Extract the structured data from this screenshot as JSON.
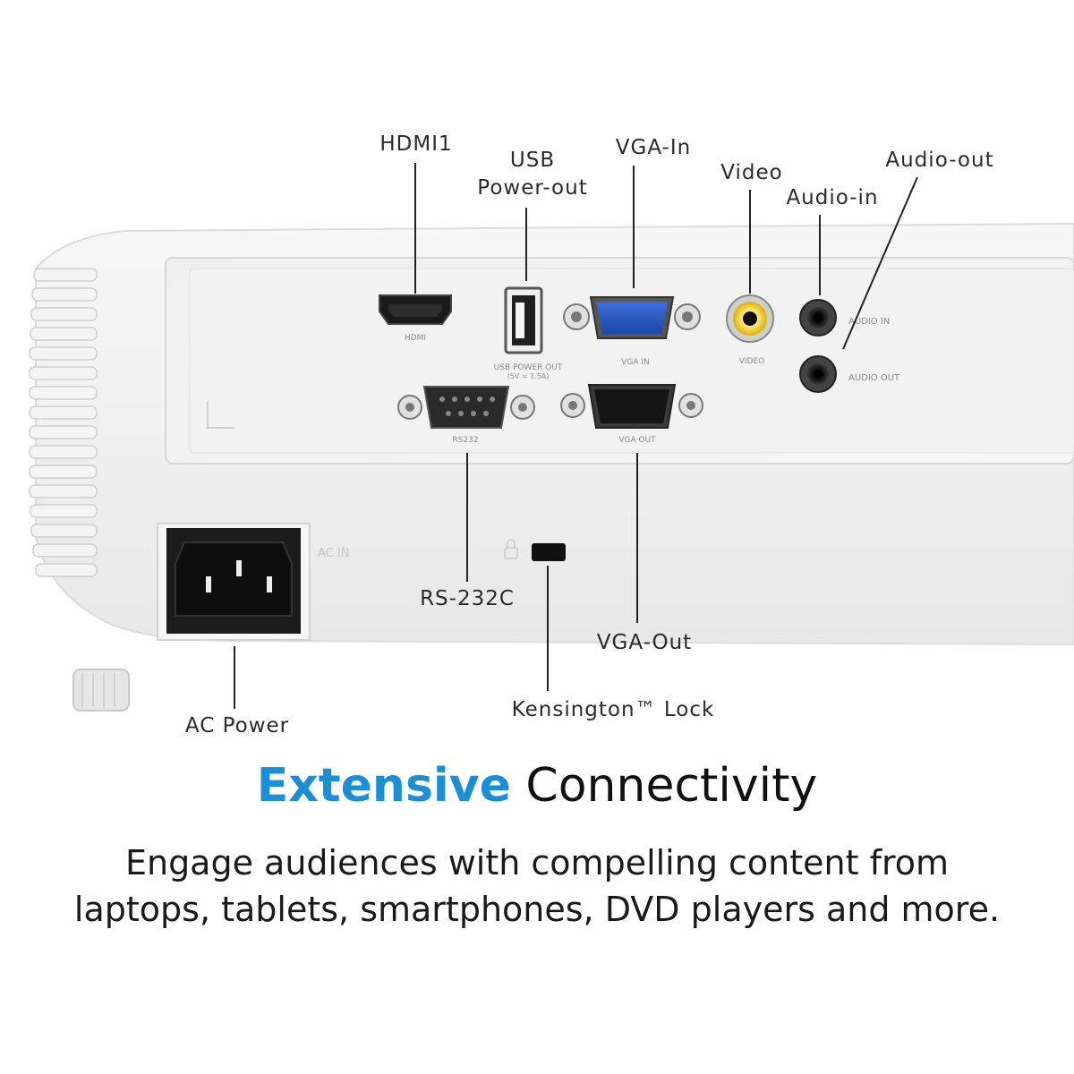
{
  "callouts": {
    "hdmi1": "HDMI1",
    "usb_line1": "USB",
    "usb_line2": "Power-out",
    "vga_in": "VGA-In",
    "video": "Video",
    "audio_in": "Audio-in",
    "audio_out": "Audio-out",
    "rs232c": "RS-232C",
    "vga_out": "VGA-Out",
    "ac_power": "AC Power",
    "kensington": "Kensington™ Lock"
  },
  "panel_labels": {
    "hdmi": "HDMI",
    "usb_power_out": "USB POWER OUT",
    "usb_rating": "(5V = 1.5A)",
    "vga_in": "VGA  IN",
    "video": "VIDEO",
    "audio_in": "AUDIO  IN",
    "audio_out": "AUDIO  OUT",
    "rs232": "RS232",
    "vga_out": "VGA  OUT",
    "ac_in": "AC IN"
  },
  "headline": {
    "highlight": "Extensive",
    "rest": " Connectivity",
    "highlight_color": "#1b8fd6"
  },
  "body": {
    "line1": "Engage audiences with compelling content from",
    "line2": "laptops, tablets, smartphones, DVD players and more."
  }
}
